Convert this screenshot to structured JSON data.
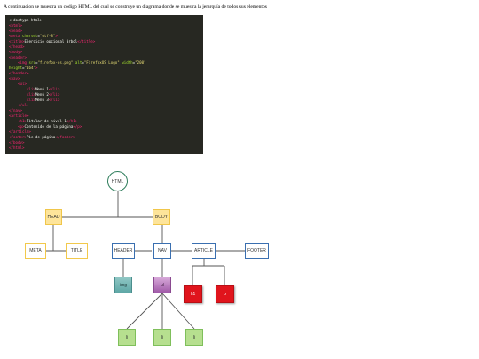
{
  "intro_text": "A continuacion se muestra un codigo HTML del cual se construye un diagrama donde se muestra la jerarquía de todos sus elementos",
  "code_lines": [
    [
      [
        "doc",
        "<!doctype html>"
      ]
    ],
    [
      [
        "tag",
        "<html>"
      ]
    ],
    [
      [
        "tag",
        "<head>"
      ]
    ],
    [
      [
        "tag",
        "<meta "
      ],
      [
        "attr",
        "charset"
      ],
      [
        "txt",
        "="
      ],
      [
        "str",
        "\"utf-8\""
      ],
      [
        "tag",
        ">"
      ]
    ],
    [
      [
        "tag",
        "<title>"
      ],
      [
        "txt",
        "Ejercicio opcional árbol"
      ],
      [
        "tag",
        "</title>"
      ]
    ],
    [
      [
        "tag",
        "</head>"
      ]
    ],
    [
      [
        "tag",
        "<body>"
      ]
    ],
    [
      [
        "tag",
        "<header>"
      ]
    ],
    [
      [
        "txt",
        "    "
      ],
      [
        "tag",
        "<img "
      ],
      [
        "attr",
        "src"
      ],
      [
        "txt",
        "="
      ],
      [
        "str",
        "\"firefox-os.png\""
      ],
      [
        "txt",
        " "
      ],
      [
        "attr",
        "alt"
      ],
      [
        "txt",
        "="
      ],
      [
        "str",
        "\"FirefoxOS Logo\""
      ],
      [
        "txt",
        " "
      ],
      [
        "attr",
        "width"
      ],
      [
        "txt",
        "="
      ],
      [
        "str",
        "\"200\""
      ]
    ],
    [
      [
        "attr",
        "height"
      ],
      [
        "txt",
        "="
      ],
      [
        "str",
        "\"164\""
      ],
      [
        "tag",
        ">"
      ]
    ],
    [
      [
        "tag",
        "</header>"
      ]
    ],
    [
      [
        "tag",
        "<nav>"
      ]
    ],
    [
      [
        "txt",
        "    "
      ],
      [
        "tag",
        "<ul>"
      ]
    ],
    [
      [
        "txt",
        "        "
      ],
      [
        "tag",
        "<li>"
      ],
      [
        "txt",
        "Menú 1"
      ],
      [
        "tag",
        "</li>"
      ]
    ],
    [
      [
        "txt",
        "        "
      ],
      [
        "tag",
        "<li>"
      ],
      [
        "txt",
        "Menú 2"
      ],
      [
        "tag",
        "</li>"
      ]
    ],
    [
      [
        "txt",
        "        "
      ],
      [
        "tag",
        "<li>"
      ],
      [
        "txt",
        "Menú 3"
      ],
      [
        "tag",
        "</li>"
      ]
    ],
    [
      [
        "txt",
        "    "
      ],
      [
        "tag",
        "</ul>"
      ]
    ],
    [
      [
        "tag",
        "</nav>"
      ]
    ],
    [
      [
        "tag",
        "<article>"
      ]
    ],
    [
      [
        "txt",
        "    "
      ],
      [
        "tag",
        "<h1>"
      ],
      [
        "txt",
        "Titular de nivel 1"
      ],
      [
        "tag",
        "</h1>"
      ]
    ],
    [
      [
        "txt",
        "    "
      ],
      [
        "tag",
        "<p>"
      ],
      [
        "txt",
        "Contenido de la página"
      ],
      [
        "tag",
        "</p>"
      ]
    ],
    [
      [
        "tag",
        "</article>"
      ]
    ],
    [
      [
        "tag",
        "<footer>"
      ],
      [
        "txt",
        "Pie de página"
      ],
      [
        "tag",
        "</footer>"
      ]
    ],
    [
      [
        "tag",
        "</body>"
      ]
    ],
    [
      [
        "tag",
        "</html>"
      ]
    ]
  ],
  "nodes": {
    "html": "HTML",
    "head": "HEAD",
    "body": "BODY",
    "meta": "META",
    "title": "TITLE",
    "header": "HEADER",
    "nav": "NAV",
    "article": "ARTICLE",
    "footer": "FOOTER",
    "img": "img",
    "ul": "ul",
    "h1": "h1",
    "p": "p",
    "li1": "li",
    "li2": "li",
    "li3": "li"
  },
  "colors": {
    "code_bg": "#272822",
    "tag": "#f92672",
    "attr": "#a6e22e",
    "string": "#e6db74",
    "text": "#f8f8f2",
    "edge": "#555555"
  }
}
